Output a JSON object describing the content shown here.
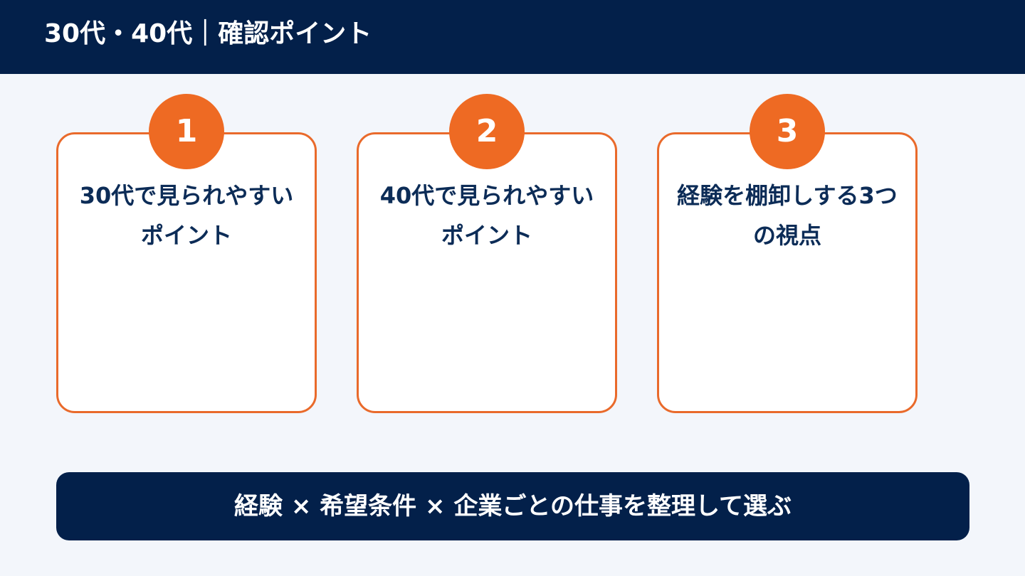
{
  "header": {
    "title": "30代・40代｜確認ポイント"
  },
  "cards": [
    {
      "number": "1",
      "text": "30代で見られやすいポイント"
    },
    {
      "number": "2",
      "text": "40代で見られやすいポイント"
    },
    {
      "number": "3",
      "text": "経験を棚卸しする3つの視点"
    }
  ],
  "banner": {
    "text": "経験 × 希望条件 × 企業ごとの仕事を整理して選ぶ"
  },
  "colors": {
    "navy": "#03204a",
    "orange": "#ee6a23",
    "card_border": "#e96a2b",
    "background": "#f3f6fb",
    "text_dark": "#0c2c57"
  }
}
